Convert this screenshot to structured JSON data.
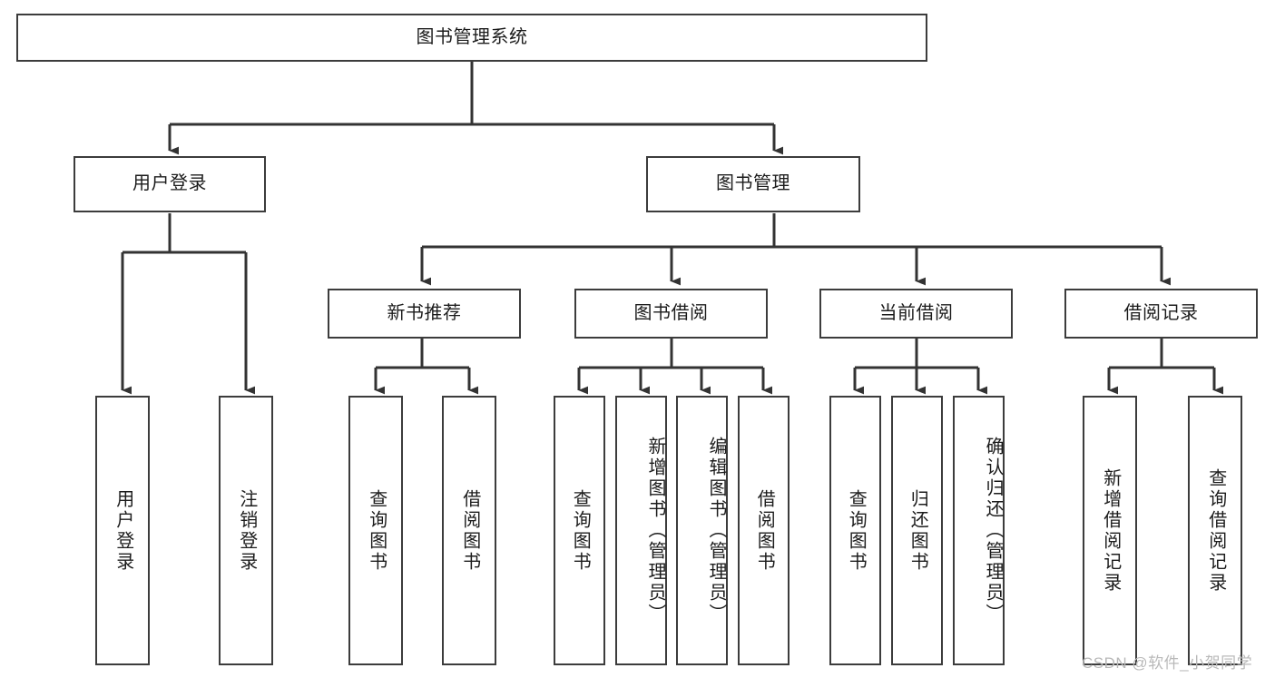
{
  "diagram": {
    "title": "图书管理系统",
    "type": "tree-hierarchy",
    "watermark": "CSDN @软件_小贺同学",
    "colors": {
      "background": "#ffffff",
      "box_border": "#3c3c3c",
      "box_fill": "#ffffff",
      "connector": "#333333",
      "text": "#1c1c1c",
      "watermark": "#b9b9b9"
    },
    "levels": {
      "level1": {
        "root": {
          "id": "root",
          "label": "图书管理系统"
        }
      },
      "level2": [
        {
          "id": "user-login",
          "label": "用户登录"
        },
        {
          "id": "book-manage",
          "label": "图书管理"
        }
      ],
      "level3": [
        {
          "id": "new-book-rec",
          "label": "新书推荐",
          "parent": "book-manage"
        },
        {
          "id": "book-borrow",
          "label": "图书借阅",
          "parent": "book-manage"
        },
        {
          "id": "current-borrow",
          "label": "当前借阅",
          "parent": "book-manage"
        },
        {
          "id": "borrow-record",
          "label": "借阅记录",
          "parent": "book-manage"
        }
      ],
      "level4": [
        {
          "id": "leaf-user-login",
          "label": "用户登录",
          "parent": "user-login"
        },
        {
          "id": "leaf-logout-login",
          "label": "注销登录",
          "parent": "user-login"
        },
        {
          "id": "leaf-query-book-1",
          "label": "查询图书",
          "parent": "new-book-rec"
        },
        {
          "id": "leaf-borrow-book-1",
          "label": "借阅图书",
          "parent": "new-book-rec"
        },
        {
          "id": "leaf-query-book-2",
          "label": "查询图书",
          "parent": "book-borrow"
        },
        {
          "id": "leaf-add-book",
          "label": "新增图书（管理员）",
          "parent": "book-borrow"
        },
        {
          "id": "leaf-edit-book",
          "label": "编辑图书（管理员）",
          "parent": "book-borrow"
        },
        {
          "id": "leaf-borrow-book-2",
          "label": "借阅图书",
          "parent": "book-borrow"
        },
        {
          "id": "leaf-query-book-3",
          "label": "查询图书",
          "parent": "current-borrow"
        },
        {
          "id": "leaf-return-book",
          "label": "归还图书",
          "parent": "current-borrow"
        },
        {
          "id": "leaf-confirm-return",
          "label": "确认归还（管理员）",
          "parent": "current-borrow"
        },
        {
          "id": "leaf-add-record",
          "label": "新增借阅记录",
          "parent": "borrow-record"
        },
        {
          "id": "leaf-query-record",
          "label": "查询借阅记录",
          "parent": "borrow-record"
        }
      ]
    }
  }
}
